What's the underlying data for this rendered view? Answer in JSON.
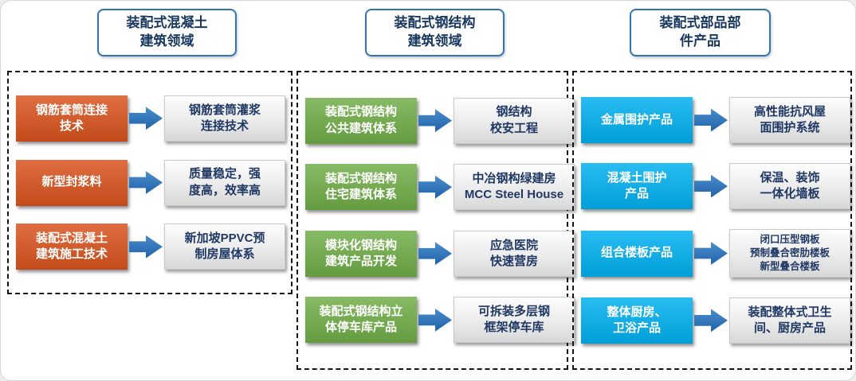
{
  "colors": {
    "concrete_box": "#D9531E",
    "steel_box": "#70AD47",
    "parts_box": "#00B0F0",
    "arrow": "#2E75B6",
    "header_border": "#2E75B6",
    "header_text": "#17375E",
    "target_text": "#1F3864",
    "dashed_border": "#141414"
  },
  "groups": [
    {
      "header": "装配式混凝土\n建筑领域",
      "source_color": "#D9531E",
      "rows": [
        {
          "source": "钢筋套筒连接\n技术",
          "target": "钢筋套筒灌浆\n连接技术"
        },
        {
          "source": "新型封浆料",
          "target": "质量稳定，强\n度高，效率高"
        },
        {
          "source": "装配式混凝土\n建筑施工技术",
          "target": "新加坡PPVC预\n制房屋体系"
        }
      ]
    },
    {
      "header": "装配式钢结构\n建筑领域",
      "source_color": "#70AD47",
      "rows": [
        {
          "source": "装配式钢结构\n公共建筑体系",
          "target": "钢结构\n校安工程"
        },
        {
          "source": "装配式钢结构\n住宅建筑体系",
          "target": "中冶钢构绿建房\nMCC Steel House"
        },
        {
          "source": "模块化钢结构\n建筑产品开发",
          "target": "应急医院\n快速营房"
        },
        {
          "source": "装配式钢结构立\n体停车库产品",
          "target": "可拆装多层钢\n框架停车库"
        }
      ]
    },
    {
      "header": "装配式部品部\n件产品",
      "source_color": "#00B0F0",
      "rows": [
        {
          "source": "金属围护产品",
          "target": "高性能抗风屋\n面围护系统"
        },
        {
          "source": "混凝土围护\n产品",
          "target": "保温、装饰\n一体化墙板"
        },
        {
          "source": "组合楼板产品",
          "target": "闭口压型钢板\n预制叠合密肋楼板\n新型叠合楼板"
        },
        {
          "source": "整体厨房、\n卫浴产品",
          "target": "装配整体式卫生\n间、厨房产品"
        }
      ]
    }
  ]
}
